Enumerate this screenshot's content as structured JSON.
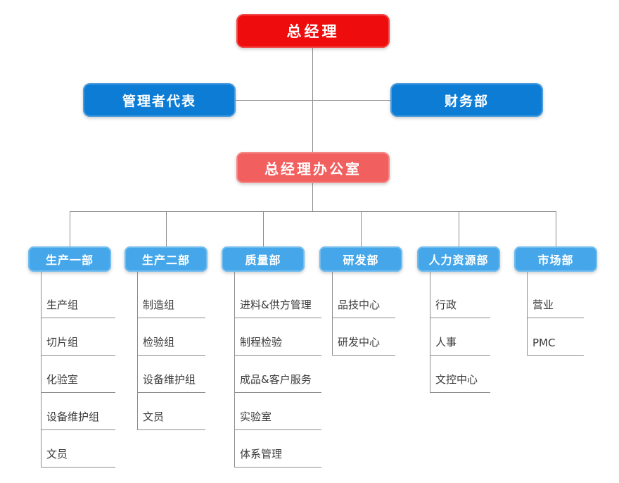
{
  "colors": {
    "red": "#ee0c0c",
    "blue": "#0c7cd5",
    "light_red": "#f25f5f",
    "light_blue": "#45a7ea",
    "line": "#8c8c8c",
    "text": "#3a3a3a"
  },
  "nodes": {
    "gm": {
      "label": "总经理"
    },
    "mgmt_rep": {
      "label": "管理者代表"
    },
    "finance": {
      "label": "财务部"
    },
    "gm_office": {
      "label": "总经理办公室"
    }
  },
  "departments": [
    {
      "label": "生产一部",
      "items": [
        "生产组",
        "切片组",
        "化验室",
        "设备维护组",
        "文员"
      ]
    },
    {
      "label": "生产二部",
      "items": [
        "制造组",
        "检验组",
        "设备维护组",
        "文员"
      ]
    },
    {
      "label": "质量部",
      "items": [
        "进料&供方管理",
        "制程检验",
        "成品&客户服务",
        "实验室",
        "体系管理"
      ]
    },
    {
      "label": "研发部",
      "items": [
        "品技中心",
        "研发中心"
      ]
    },
    {
      "label": "人力资源部",
      "items": [
        "行政",
        "人事",
        "文控中心"
      ]
    },
    {
      "label": "市场部",
      "items": [
        "营业",
        "PMC"
      ]
    }
  ]
}
